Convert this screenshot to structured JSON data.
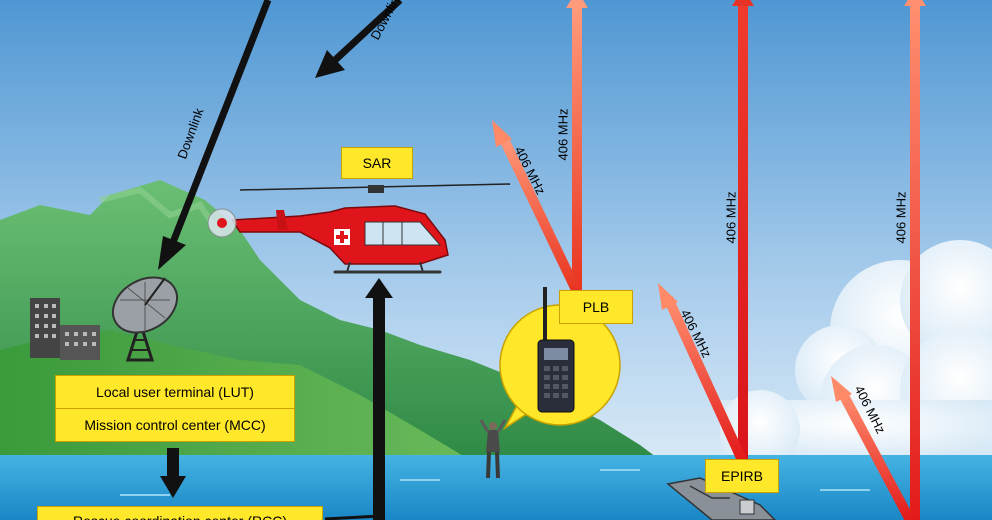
{
  "labels": {
    "sar": "SAR",
    "plb": "PLB",
    "epirb": "EPIRB",
    "lut": "Local user terminal (LUT)",
    "mcc": "Mission control center (MCC)",
    "rcc": "Rescue coordination center (RCC)"
  },
  "links": {
    "downlink_left": "Downlink",
    "downlink_top": "Downlink",
    "plb_vertical": "406 MHz",
    "plb_diagonal": "406 MHz",
    "epirb_diagonal": "406 MHz",
    "epirb_vertical": "406 MHz",
    "right_diagonal": "406 MHz",
    "right_vertical": "406 MHz"
  },
  "colors": {
    "sky_top": "#5b9fd6",
    "sky_bottom": "#e6f1fa",
    "sea": "#1f9bd6",
    "hills": "#3e9e3e",
    "label_box": "#ffe82a",
    "signal_arrow": "#e42820",
    "helicopter": "#e0141b"
  },
  "icons": [
    "satellite-dish-icon",
    "helicopter-icon",
    "radio-beacon-icon",
    "survivor-icon",
    "ship-icon",
    "buildings-icon"
  ]
}
